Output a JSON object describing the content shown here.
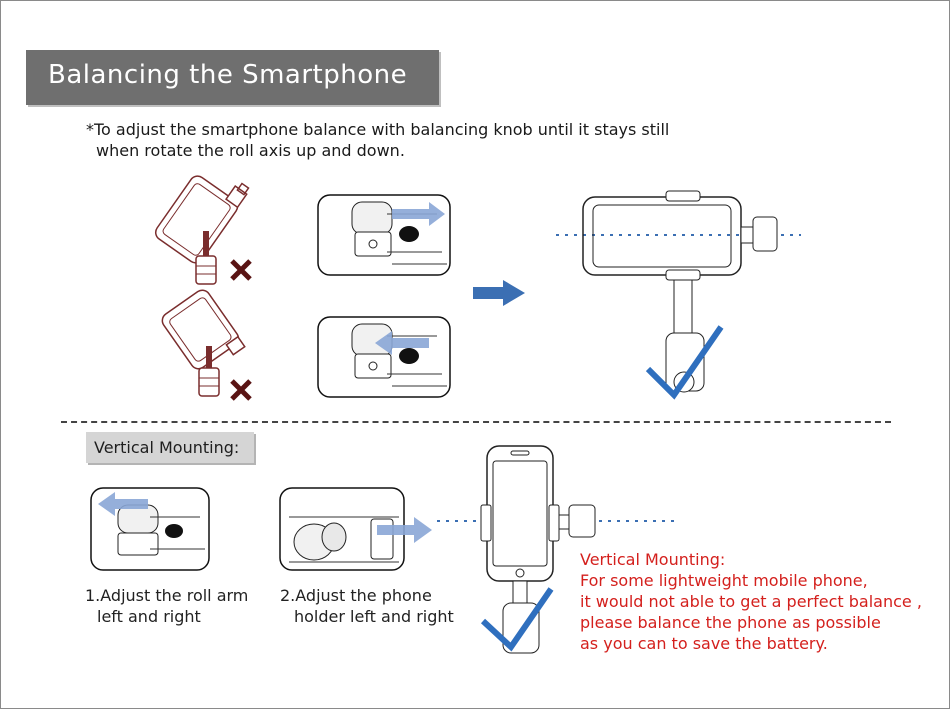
{
  "title": "Balancing the Smartphone",
  "instruction": {
    "line1": "*To adjust the smartphone balance with balancing knob until it stays still",
    "line2": "when rotate the roll axis up and down."
  },
  "marks": {
    "wrong": "X"
  },
  "vertical_section": {
    "label": "Vertical Mounting:",
    "step1": {
      "line1": "1.Adjust the roll arm",
      "line2": "left and right"
    },
    "step2": {
      "line1": "2.Adjust the phone",
      "line2": "holder left and right"
    }
  },
  "note": {
    "line1": "Vertical Mounting:",
    "line2": "For some lightweight mobile phone,",
    "line3": "it would not able to get a perfect balance ,",
    "line4": "please balance the phone as possible",
    "line5": "as you can to save the battery."
  },
  "colors": {
    "title_bg": "#6f6f6f",
    "arrow_blue": "#3b6fb3",
    "light_arrow": "#8aa6d6",
    "check_blue": "#2f6fbe",
    "note_red": "#d4201d",
    "wrong_mark": "#5a1414",
    "tilted_phone": "#7a2d2d"
  },
  "icons": [
    "wrong-x-icon",
    "check-icon",
    "arrow-right-icon",
    "slide-arrow-icon"
  ]
}
